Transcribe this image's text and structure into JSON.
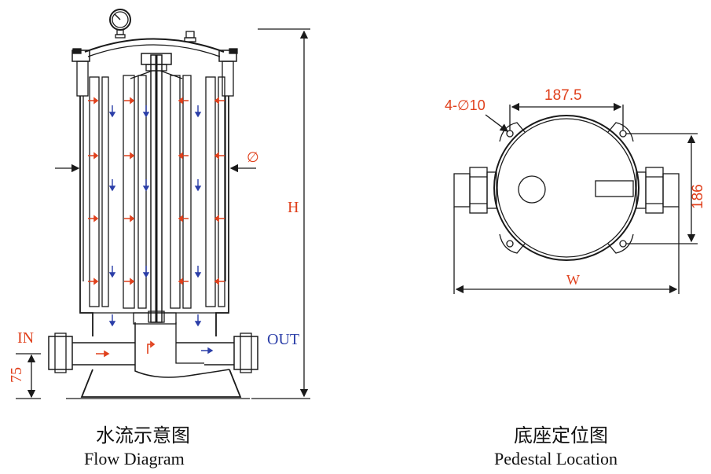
{
  "flow": {
    "label_in": "IN",
    "label_out": "OUT",
    "dim_75": "75",
    "dim_h": "H",
    "dim_diameter": "∅",
    "caption_cn": "水流示意图",
    "caption_en": "Flow Diagram"
  },
  "pedestal": {
    "dim_187": "187.5",
    "dim_186": "186",
    "dim_holes": "4-∅10",
    "dim_w": "W",
    "caption_cn": "底座定位图",
    "caption_en": "Pedestal Location"
  },
  "colors": {
    "line": "#1a1a1a",
    "red": "#e0401c",
    "blue": "#2b3ea8"
  }
}
